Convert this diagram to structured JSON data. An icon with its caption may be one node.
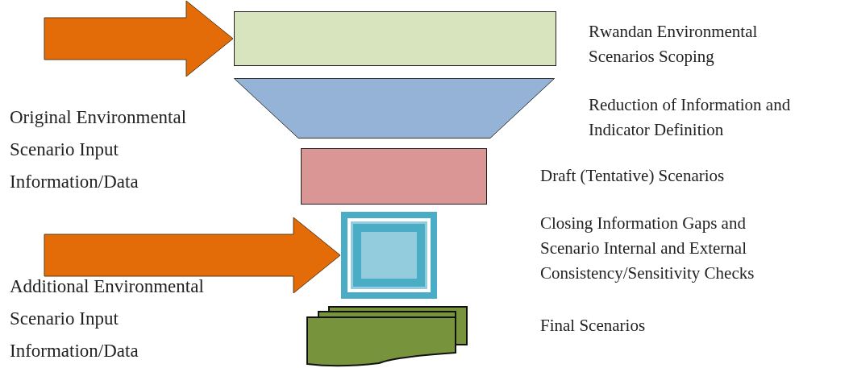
{
  "diagram": {
    "nodes": [
      {
        "text": [],
        "shape": "box",
        "beside": [
          "Rwandan Environmental Scenarios Scoping"
        ]
      },
      {
        "text": [],
        "shape": "trapezoid",
        "beside": [
          "Reduction of Information and Indicator Definition"
        ]
      },
      {
        "text": [],
        "shape": "box"
      },
      {
        "text": [],
        "shape": "frame"
      },
      {
        "text": [],
        "shape": "pages"
      }
    ],
    "edges": [
      {
        "from": null,
        "to": 0,
        "arrow": "to",
        "style": "thick",
        "color": "#e36c09"
      },
      {
        "from": null,
        "to": 3,
        "arrow": "to",
        "style": "thick",
        "color": "#e36c09"
      }
    ],
    "labels": [
      "Original Environmental Scenario Input Information/Data",
      "Draft (Tentative) Scenarios",
      "Closing Information Gaps and Scenario Internal and External Consistency/Sensitivity Checks",
      "Additional Environmental Scenario Input Information/Data",
      "Final Scenarios"
    ]
  }
}
